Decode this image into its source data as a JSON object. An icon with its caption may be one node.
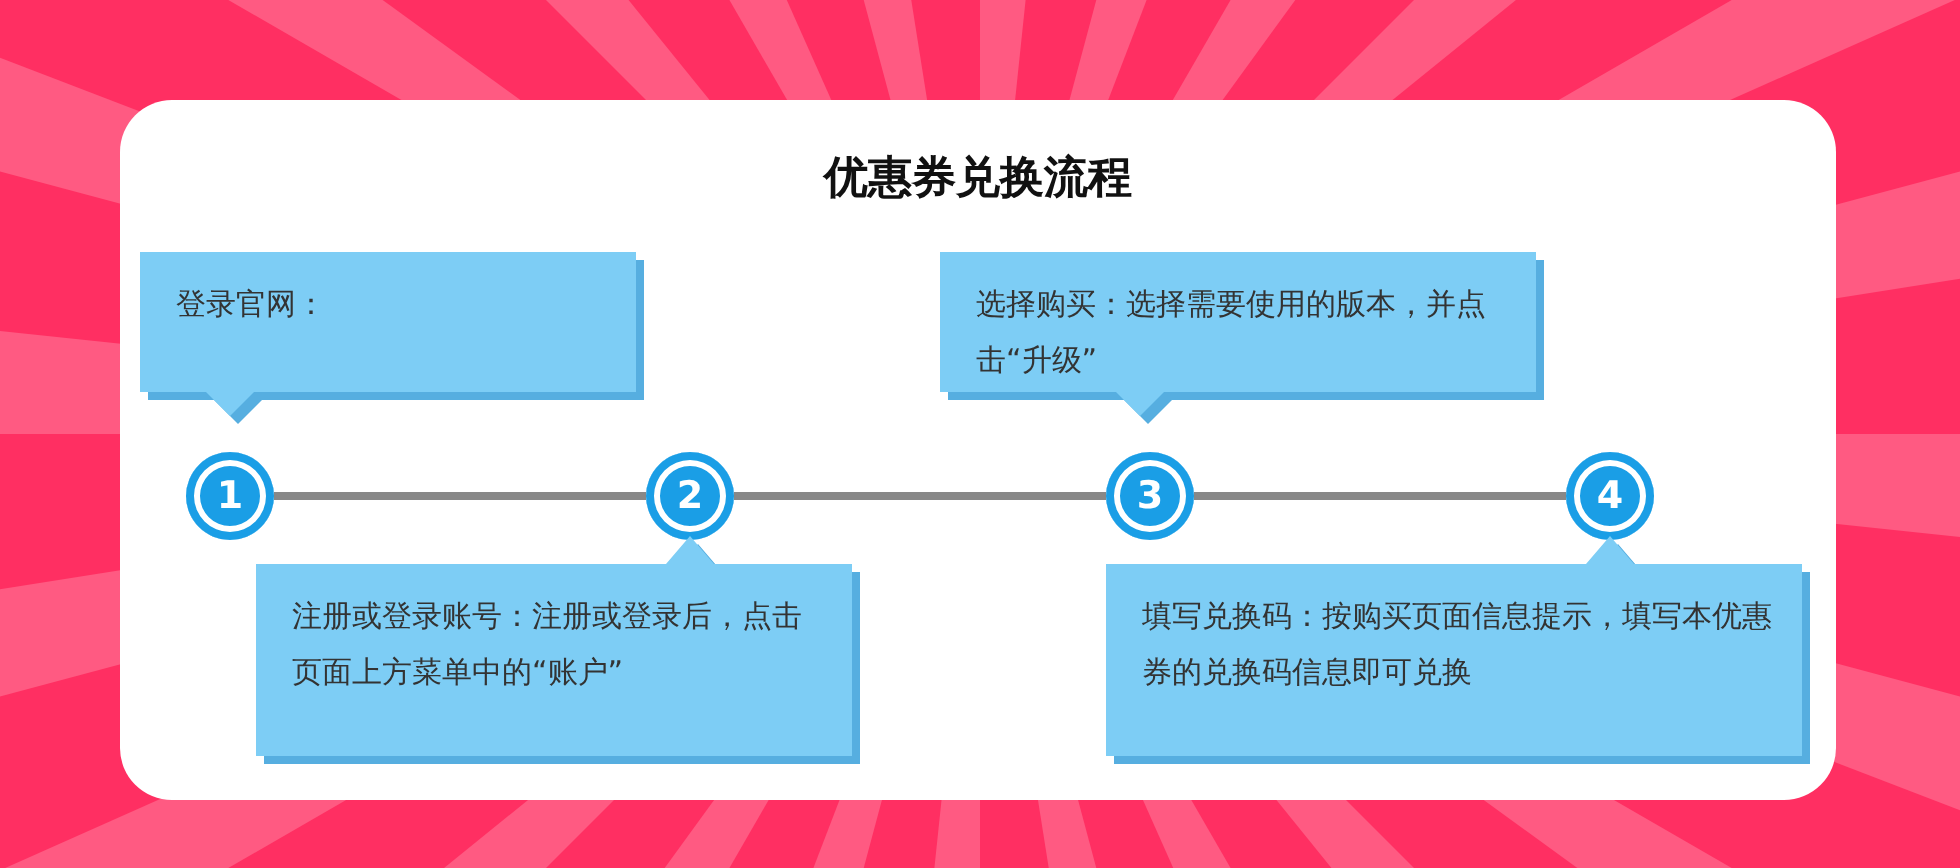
{
  "diagram": {
    "title": "优惠券兑换流程",
    "nodes": [
      {
        "text": [
          "登录官网："
        ]
      },
      {
        "text": [
          "选择购买：选择需要使用的版本，并点击“升级”"
        ]
      },
      {
        "text": [
          "1"
        ]
      },
      {
        "text": [
          "2"
        ]
      },
      {
        "text": [
          "3"
        ]
      },
      {
        "text": [
          "4"
        ]
      },
      {
        "text": [
          "注册或登录账号：注册或登录后，点击页面上方菜单中的“账户”"
        ]
      },
      {
        "text": [
          "填写兑换码：按购买页面信息提示，填写本优惠券的兑换码信息即可兑换"
        ]
      }
    ],
    "edges": [
      {
        "from": 2,
        "to": 3,
        "arrow": "none"
      },
      {
        "from": 3,
        "to": 4,
        "arrow": "none"
      },
      {
        "from": 4,
        "to": 5,
        "arrow": "none"
      }
    ]
  }
}
